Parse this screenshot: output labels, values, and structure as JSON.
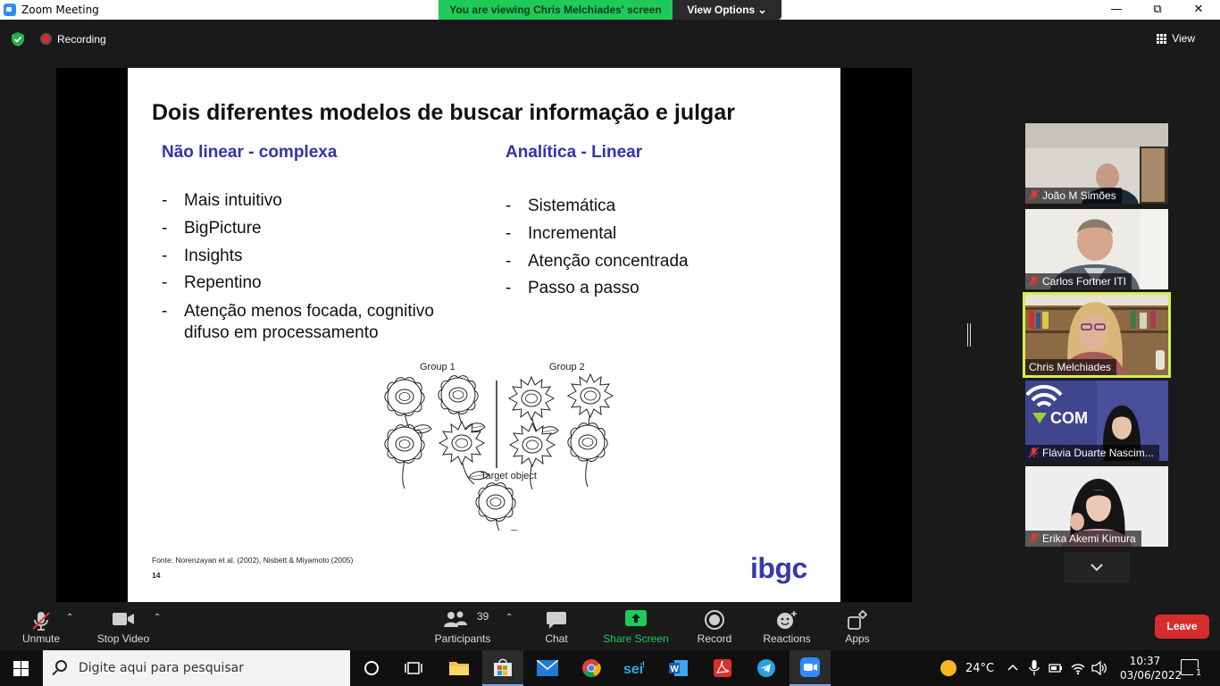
{
  "window": {
    "title": "Zoom Meeting",
    "minimize": "—",
    "maximize": "⧉",
    "close": "✕"
  },
  "share_banner": {
    "viewing_text": "You are viewing Chris Melchiades' screen",
    "view_options": "View Options ⌄"
  },
  "topbar": {
    "recording": "Recording",
    "view": "View"
  },
  "slide": {
    "title": "Dois diferentes modelos de buscar informação e julgar",
    "left_heading": "Não linear - complexa",
    "right_heading": "Analítica - Linear",
    "left_bullets": [
      "Mais intuitivo",
      "BigPicture",
      "Insights",
      "Repentino",
      "Atenção menos focada, cognitivo difuso em processamento"
    ],
    "right_bullets": [
      "Sistemática",
      "Incremental",
      "Atenção concentrada",
      "Passo a passo"
    ],
    "figure": {
      "group1": "Group 1",
      "group2": "Group 2",
      "target": "Target object"
    },
    "source": "Fonte: Norenzayan et al. (2002), Nisbett & Miyamoto (2005)",
    "page_number": "14",
    "logo": "ibgc"
  },
  "participants": [
    {
      "name": "João M Simões",
      "muted": true
    },
    {
      "name": "Carlos Fortner ITI",
      "muted": true
    },
    {
      "name": "Chris Melchiades",
      "muted": false
    },
    {
      "name": "Flávia Duarte Nascim...",
      "muted": true
    },
    {
      "name": "Erika Akemi Kimura",
      "muted": true
    }
  ],
  "toolbar": {
    "unmute": "Unmute",
    "stop_video": "Stop Video",
    "participants": "Participants",
    "participants_count": "39",
    "chat": "Chat",
    "share_screen": "Share Screen",
    "record": "Record",
    "reactions": "Reactions",
    "apps": "Apps",
    "leave": "Leave"
  },
  "taskbar": {
    "search_placeholder": "Digite aqui para pesquisar",
    "weather": "24°C",
    "time": "10:37",
    "date": "03/06/2022",
    "notifications": "1"
  },
  "colors": {
    "share_green": "#1fc95a",
    "slide_heading_blue": "#3333aa",
    "leave_red": "#d72c2c",
    "active_speaker": "#d8ee4b"
  }
}
